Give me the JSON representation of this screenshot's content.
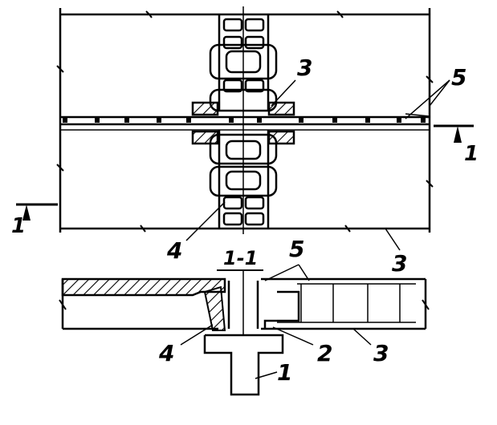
{
  "plan_labels": {
    "callout_3_top": "3",
    "callout_5": "5",
    "callout_3_right": "3",
    "callout_4": "4",
    "section_mark_left": "1",
    "section_mark_right": "1"
  },
  "section_title": "1-1",
  "section_labels": {
    "callout_5": "5",
    "callout_3": "3",
    "callout_2": "2",
    "callout_4": "4",
    "callout_1": "1"
  }
}
